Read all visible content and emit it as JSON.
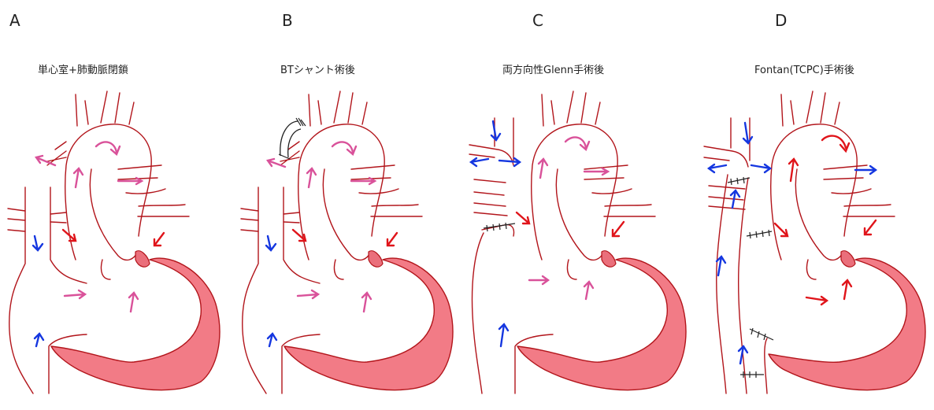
{
  "panels": [
    {
      "letter": "A",
      "title": "単心室+肺動脈閉鎖"
    },
    {
      "letter": "B",
      "title": "BTシャント術後"
    },
    {
      "letter": "C",
      "title": "両方向性Glenn手術後"
    },
    {
      "letter": "D",
      "title": "Fontan(TCPC)手術後"
    }
  ],
  "colors": {
    "vessel_outline": "#b2151b",
    "ventricle_fill": "#f27b86",
    "arrow_blue": "#1537e0",
    "arrow_red": "#e0141a",
    "arrow_pink": "#d9529a",
    "suture": "#222222"
  }
}
